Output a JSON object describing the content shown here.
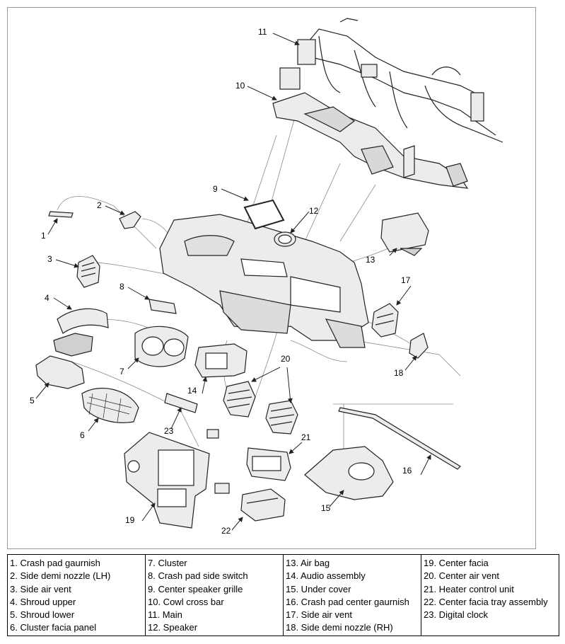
{
  "callouts": {
    "n1": "1",
    "n2": "2",
    "n3": "3",
    "n4": "4",
    "n5": "5",
    "n6": "6",
    "n7": "7",
    "n8": "8",
    "n9": "9",
    "n10": "10",
    "n11": "11",
    "n12": "12",
    "n13": "13",
    "n14": "14",
    "n15": "15",
    "n16": "16",
    "n17": "17",
    "n18": "18",
    "n19": "19",
    "n20": "20",
    "n21": "21",
    "n22": "22",
    "n23": "23"
  },
  "legend": {
    "col1": [
      "1. Crash pad gaurnish",
      "2. Side demi nozzle (LH)",
      "3. Side air vent",
      "4. Shroud upper",
      "5. Shroud lower",
      "6. Cluster facia panel"
    ],
    "col2": [
      "7. Cluster",
      "8. Crash pad side switch",
      "9. Center speaker grille",
      "10. Cowl cross bar",
      "11. Main",
      "12. Speaker"
    ],
    "col3": [
      "13. Air bag",
      "14. Audio assembly",
      "15. Under cover",
      "16. Crash pad center gaurnish",
      "17. Side air vent",
      "18. Side demi nozzle (RH)"
    ],
    "col4": [
      "19. Center facia",
      "20. Center air vent",
      "21. Heater control unit",
      "22. Center facia tray assembly",
      "23. Digital clock",
      ""
    ]
  },
  "colors": {
    "line": "#222222",
    "thin": "#8a8a8a",
    "fill": "#ececec",
    "frame": "#9a9a9a"
  }
}
